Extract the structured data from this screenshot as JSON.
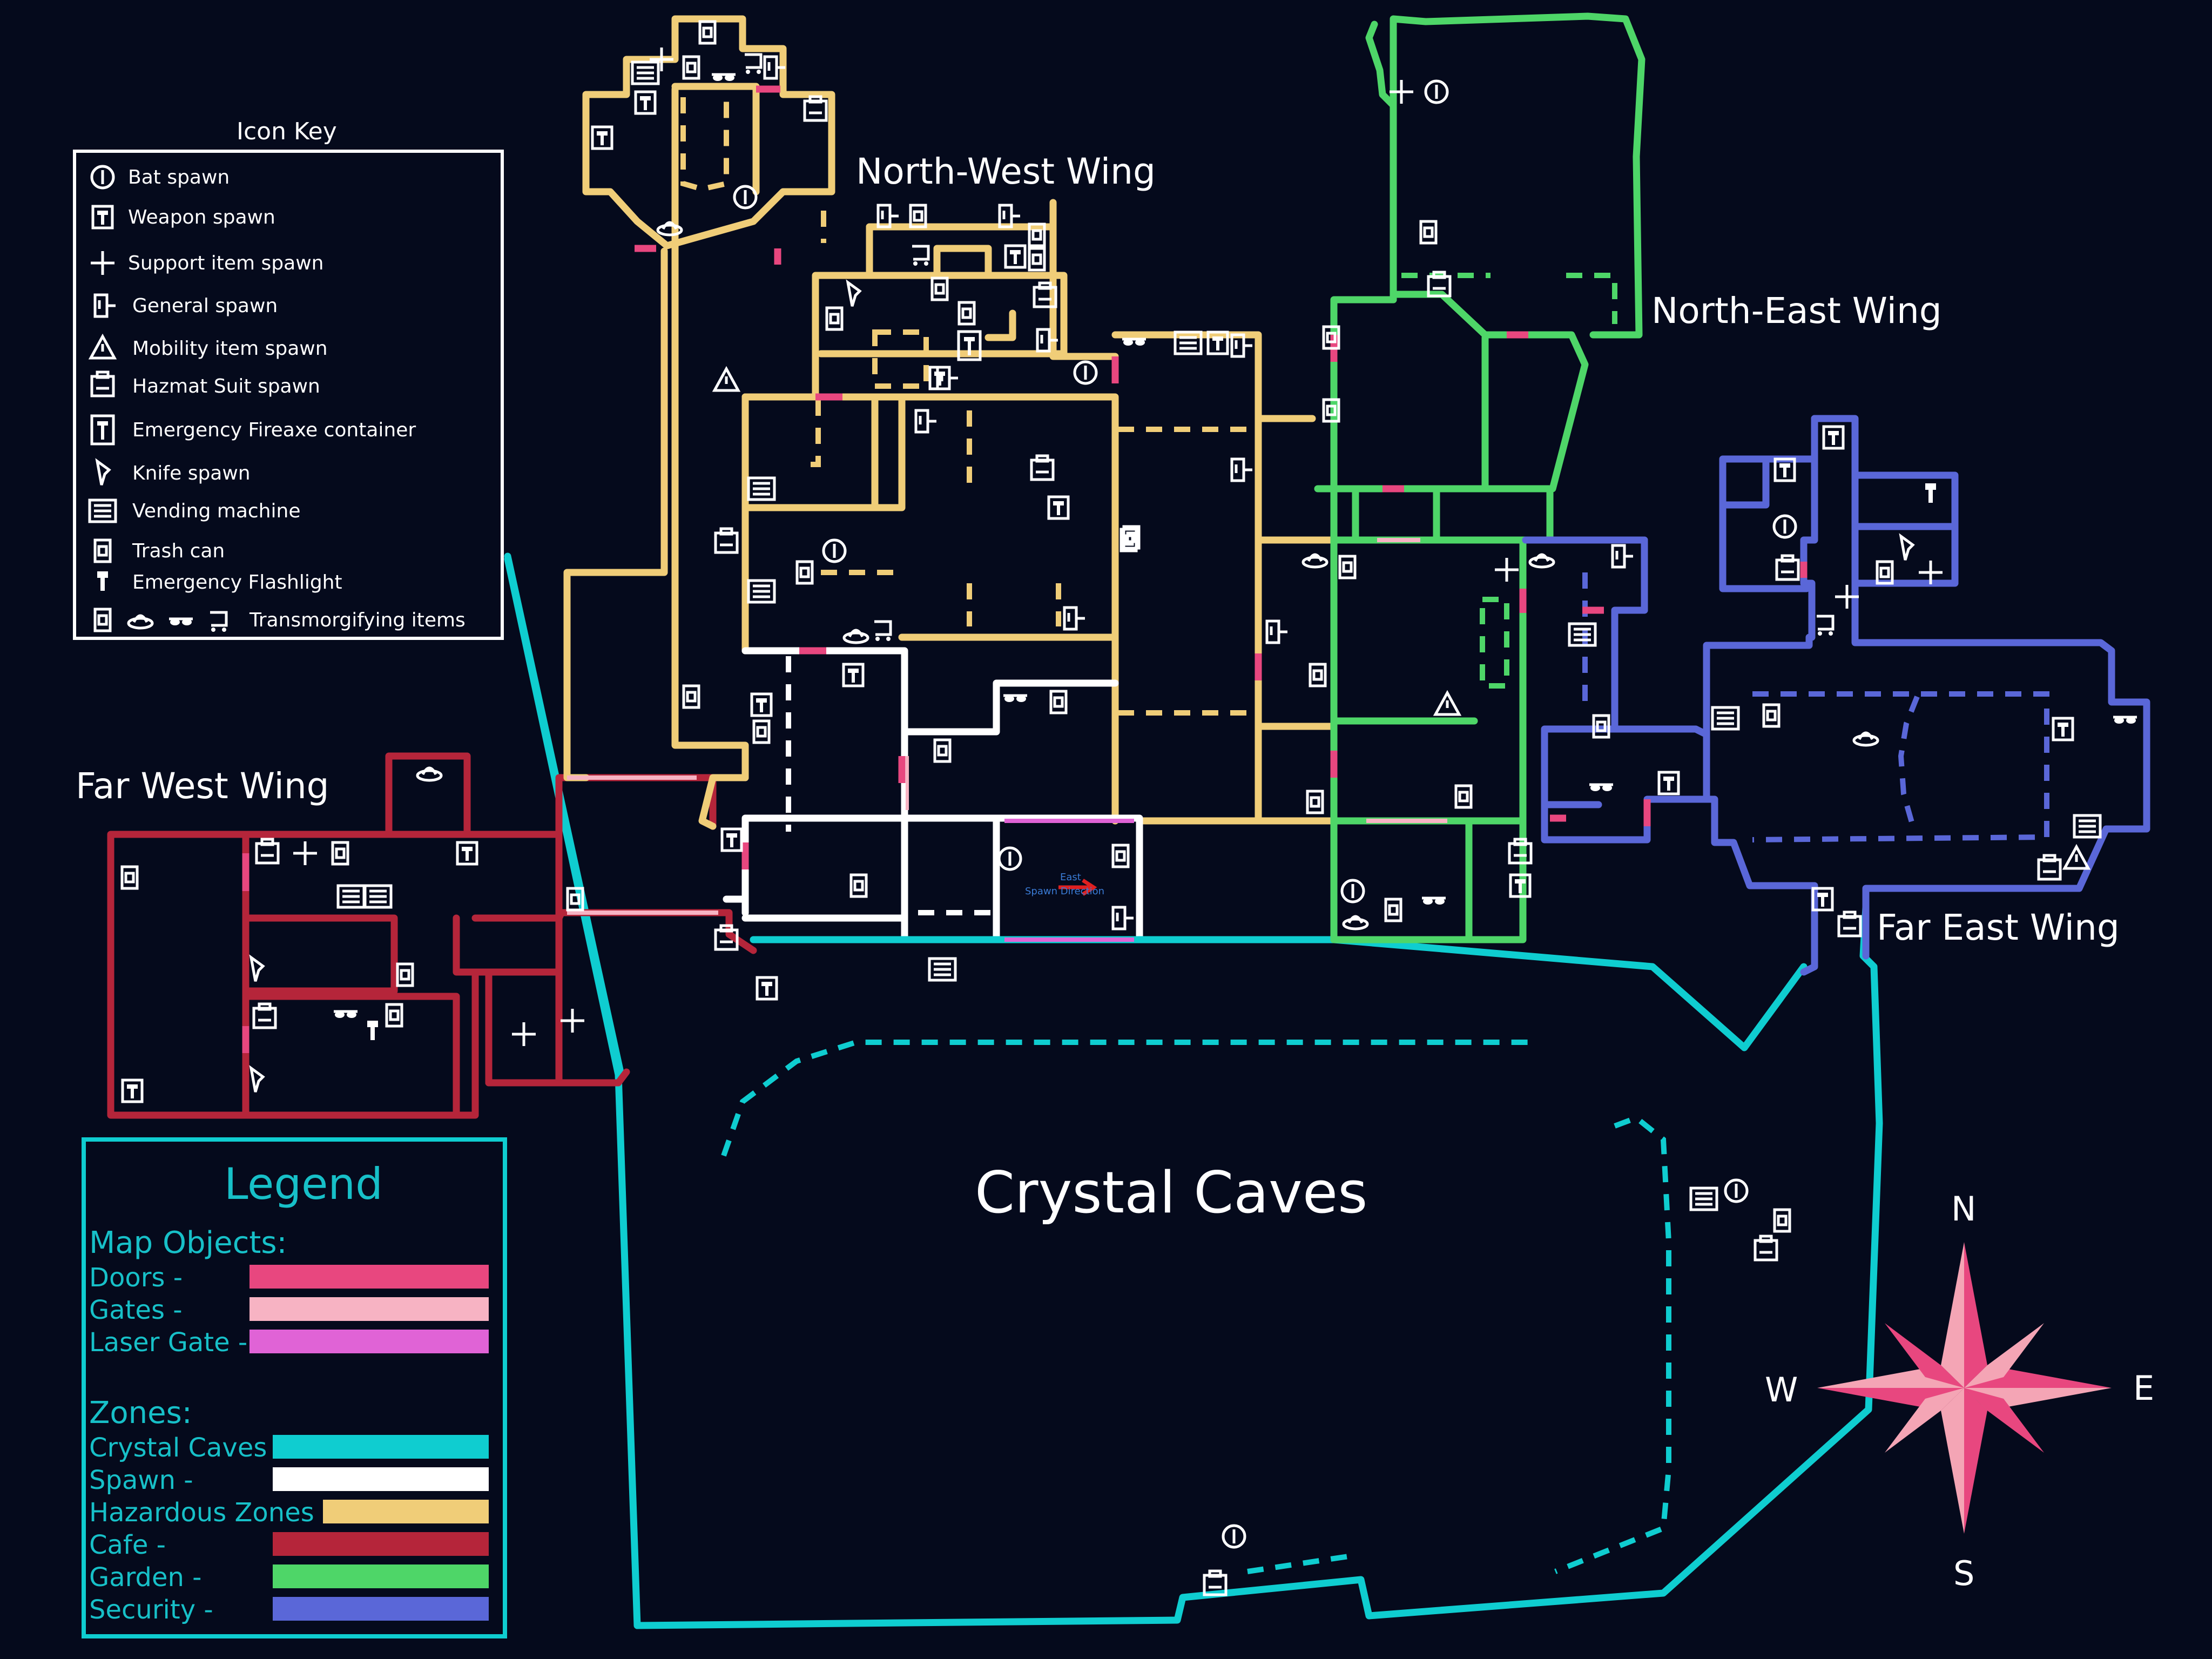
{
  "colors": {
    "background": "#050a1c",
    "cafe": "#b5253a",
    "hazardous": "#f0cd78",
    "spawn": "#ffffff",
    "garden": "#4ed668",
    "security": "#5a67d8",
    "crystal": "#0fcdd0",
    "door": "#e8477f",
    "gate": "#f7b3c3",
    "laser_gate": "#e063d6",
    "compass_dark": "#e8477f",
    "compass_light": "#f4a5b5"
  },
  "labels": {
    "north_west_wing": "North-West Wing",
    "north_east_wing": "North-East Wing",
    "far_west_wing": "Far West Wing",
    "far_east_wing": "Far East Wing",
    "crystal_caves": "Crystal Caves",
    "spawn_marker_word": "East",
    "spawn_marker_sub": "Spawn Direction"
  },
  "icon_key": {
    "title": "Icon Key",
    "items": [
      {
        "icon": "bat-icon",
        "label": "Bat spawn"
      },
      {
        "icon": "weapon-icon",
        "label": "Weapon spawn"
      },
      {
        "icon": "support-item-icon",
        "label": "Support item spawn"
      },
      {
        "icon": "general-spawn-icon",
        "label": "General spawn"
      },
      {
        "icon": "mobility-item-icon",
        "label": "Mobility item spawn"
      },
      {
        "icon": "hazmat-suit-icon",
        "label": "Hazmat Suit spawn"
      },
      {
        "icon": "fireaxe-container-icon",
        "label": "Emergency Fireaxe container"
      },
      {
        "icon": "knife-icon",
        "label": "Knife spawn"
      },
      {
        "icon": "vending-machine-icon",
        "label": "Vending machine"
      },
      {
        "icon": "trash-can-icon",
        "label": "Trash can"
      },
      {
        "icon": "flashlight-icon",
        "label": "Emergency Flashlight"
      },
      {
        "icon": "transmogrifying-icon",
        "label": "Transmorgifying items"
      }
    ]
  },
  "legend": {
    "title": "Legend",
    "map_objects_title": "Map Objects:",
    "map_objects": [
      {
        "label": "Doors -",
        "color": "#e8477f"
      },
      {
        "label": "Gates -",
        "color": "#f7b3c3"
      },
      {
        "label": "Laser Gate -",
        "color": "#e063d6"
      }
    ],
    "zones_title": "Zones:",
    "zones": [
      {
        "label": "Crystal Caves -",
        "color": "#0fcdd0"
      },
      {
        "label": "Spawn -",
        "color": "#ffffff"
      },
      {
        "label": "Hazardous Zones -",
        "color": "#f0cd78"
      },
      {
        "label": "Cafe -",
        "color": "#b5253a"
      },
      {
        "label": "Garden -",
        "color": "#4ed668"
      },
      {
        "label": "Security -",
        "color": "#5a67d8"
      }
    ]
  },
  "compass": {
    "n": "N",
    "e": "E",
    "s": "S",
    "w": "W"
  }
}
